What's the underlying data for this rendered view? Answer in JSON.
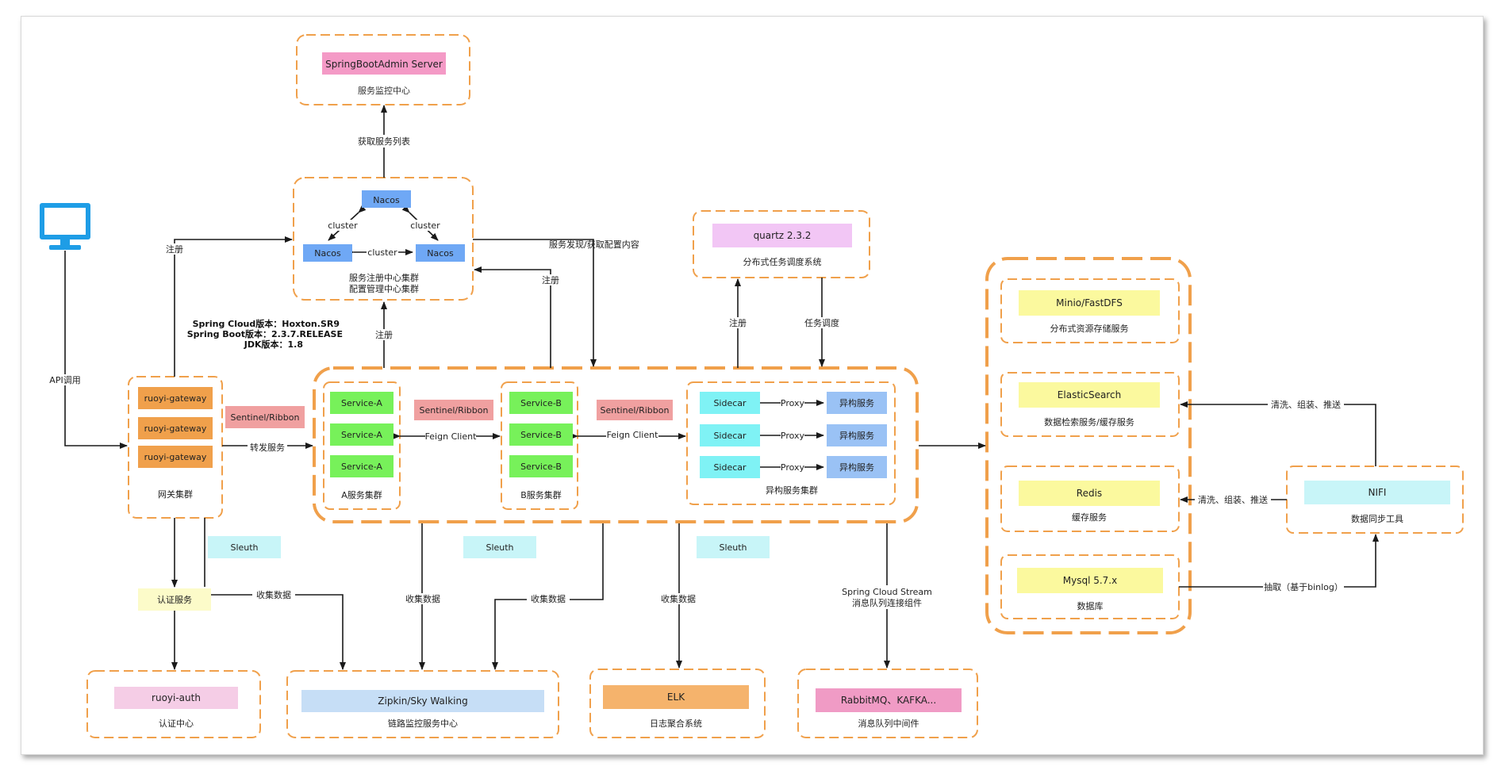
{
  "diagram": {
    "admin": {
      "label": "SpringBootAdmin Server",
      "caption": "服务监控中心"
    },
    "get_service_list": "获取服务列表",
    "nacos": {
      "top": "Nacos",
      "left": "Nacos",
      "right": "Nacos",
      "cluster": "cluster",
      "caption1": "服务注册中心集群",
      "caption2": "配置管理中心集群"
    },
    "discovery": "服务发现/获取配置内容",
    "register": "注册",
    "versions": {
      "line1": "Spring Cloud版本：Hoxton.SR9",
      "line2": "Spring Boot版本：2.3.7.RELEASE",
      "line3": "JDK版本：1.8"
    },
    "api_call": "API调用",
    "gateway": {
      "items": [
        "ruoyi-gateway",
        "ruoyi-gateway",
        "ruoyi-gateway"
      ],
      "caption": "网关集群"
    },
    "sentinel": "Sentinel/Ribbon",
    "forward": "转发服务",
    "service_a": {
      "items": [
        "Service-A",
        "Service-A",
        "Service-A"
      ],
      "caption": "A服务集群"
    },
    "service_b": {
      "items": [
        "Service-B",
        "Service-B",
        "Service-B"
      ],
      "caption": "B服务集群"
    },
    "feign": "Feign Client",
    "sidecar": "Sidecar",
    "proxy": "Proxy",
    "hetero_service": "异构服务",
    "hetero_caption": "异构服务集群",
    "quartz": {
      "label": "quartz 2.3.2",
      "caption": "分布式任务调度系统"
    },
    "task_schedule": "任务调度",
    "sleuth": "Sleuth",
    "auth_service": "认证服务",
    "collect": "收集数据",
    "auth_center": {
      "label": "ruoyi-auth",
      "caption": "认证中心"
    },
    "zipkin": {
      "label": "Zipkin/Sky Walking",
      "caption": "链路监控服务中心"
    },
    "elk": {
      "label": "ELK",
      "caption": "日志聚合系统"
    },
    "stream": {
      "line1": "Spring Cloud Stream",
      "line2": "消息队列连接组件"
    },
    "mq": {
      "label": "RabbitMQ、KAFKA...",
      "caption": "消息队列中间件"
    },
    "storage": [
      {
        "label": "Minio/FastDFS",
        "caption": "分布式资源存储服务"
      },
      {
        "label": "ElasticSearch",
        "caption": "数据检索服务/缓存服务"
      },
      {
        "label": "Redis",
        "caption": "缓存服务"
      },
      {
        "label": "Mysql 5.7.x",
        "caption": "数据库"
      }
    ],
    "nifi": {
      "label": "NIFI",
      "caption": "数据同步工具"
    },
    "clean": "清洗、组装、推送",
    "extract": "抽取（基于binlog）"
  },
  "colors": {
    "orange": "#F0A04B",
    "pink": "#F49AC6",
    "blue": "#6FA8F5",
    "lightpink": "#F5CDE6",
    "purple": "#F2C6F5",
    "green": "#77F15A",
    "red": "#F0A0A0",
    "cyan": "#7FF2F5",
    "lightcyan": "#C8F5F8",
    "yellow": "#FBF99E",
    "lightyellow": "#FCFBC9",
    "lightblue": "#C6DEF6",
    "elk": "#F5B36C",
    "mq": "#F09BC5",
    "hetero": "#9AC2F5"
  },
  "icons": {
    "monitor": "monitor-icon"
  }
}
